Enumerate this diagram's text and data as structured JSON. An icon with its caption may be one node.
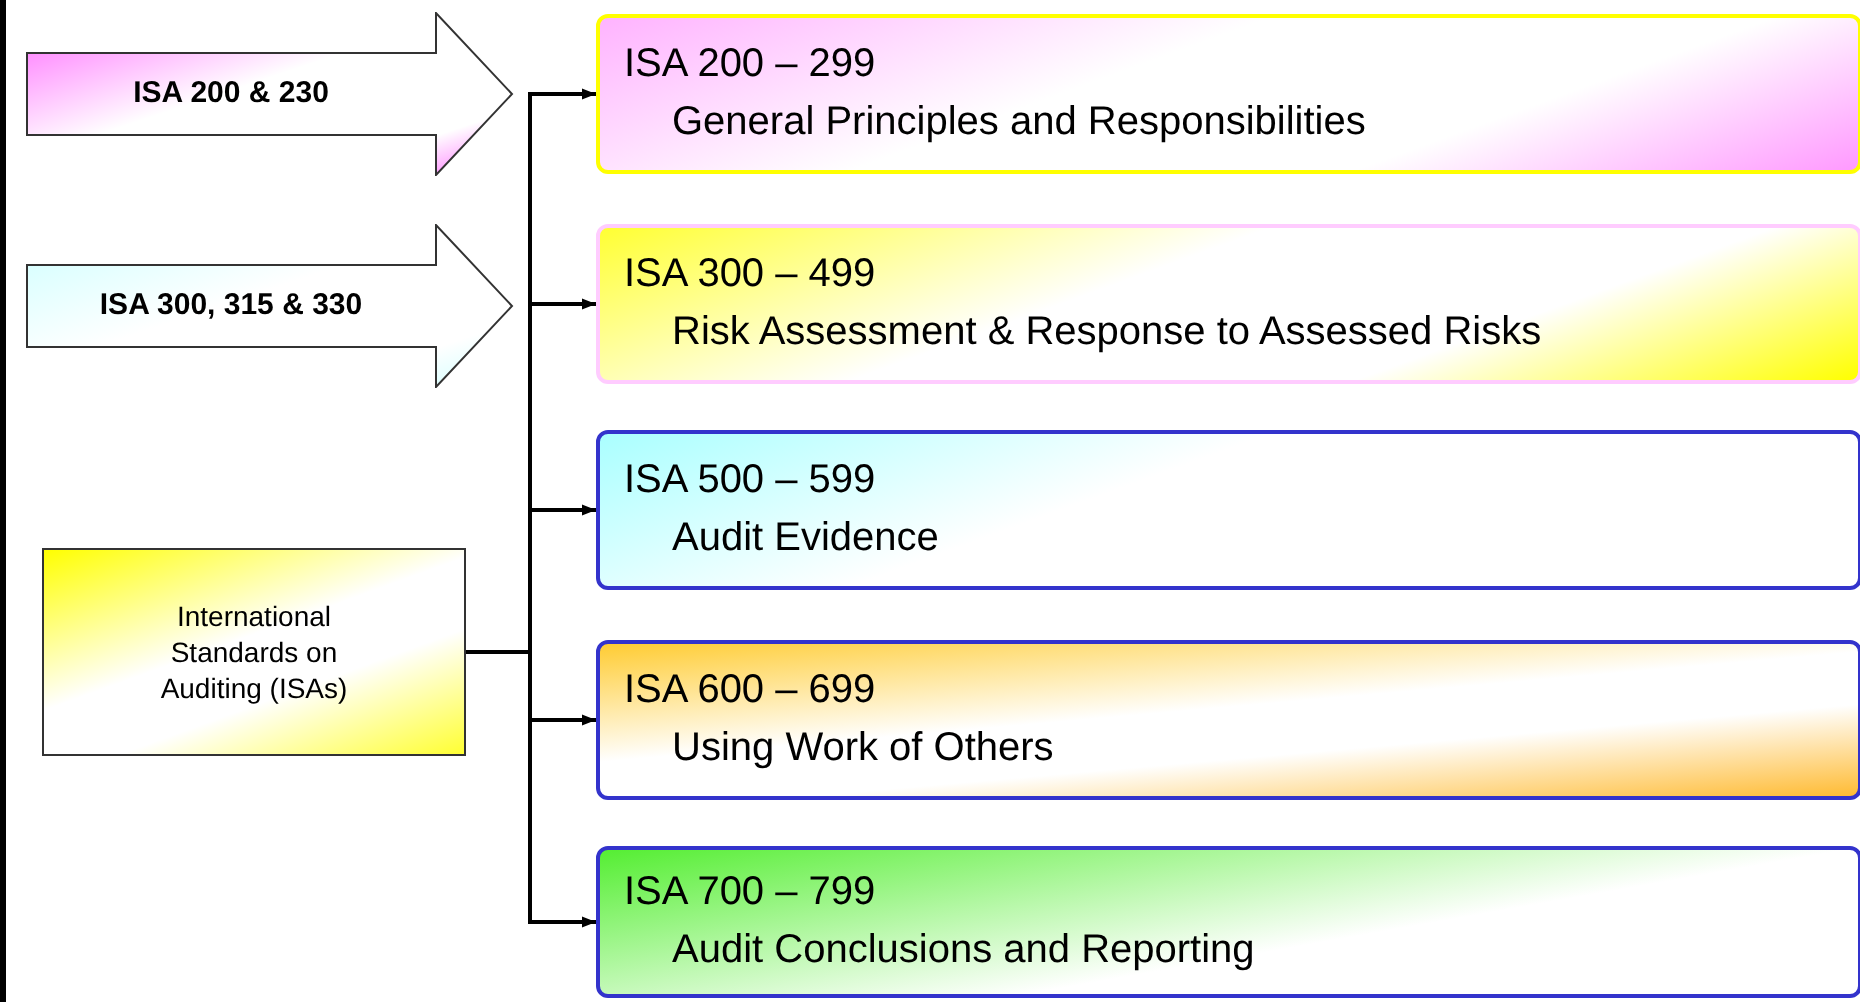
{
  "diagram": {
    "nodes": [
      {
        "text": [
          "ISA 200 & 230"
        ]
      },
      {
        "text": [
          "ISA 300, 315 & 330"
        ]
      },
      {
        "text": [
          "International Standards on Auditing (ISAs)"
        ]
      },
      {
        "text": [
          "ISA 200 – 299",
          "General Principles and Responsibilities"
        ]
      },
      {
        "text": [
          "ISA 300 – 499",
          "Risk Assessment & Response to Assessed Risks"
        ]
      },
      {
        "text": [
          "ISA 500 – 599",
          "Audit Evidence"
        ]
      },
      {
        "text": [
          "ISA 600 – 699",
          "Using Work of Others"
        ]
      },
      {
        "text": [
          "ISA 700 – 799",
          "Audit Conclusions and Reporting"
        ]
      }
    ],
    "edges": [
      {
        "from": 2,
        "to": 3,
        "arrow": "to"
      },
      {
        "from": 2,
        "to": 4,
        "arrow": "to"
      },
      {
        "from": 2,
        "to": 5,
        "arrow": "to"
      },
      {
        "from": 2,
        "to": 6,
        "arrow": "to"
      },
      {
        "from": 2,
        "to": 7,
        "arrow": "to"
      }
    ]
  }
}
